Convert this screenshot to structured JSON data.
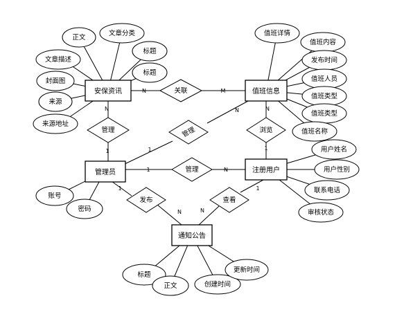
{
  "entities": {
    "security_news": "安保资讯",
    "duty_info": "值班信息",
    "admin": "管理员",
    "user": "注册用户",
    "notice": "通知公告"
  },
  "relationships": {
    "link": "关联",
    "manage_news": "管理",
    "manage_duty": "管理",
    "manage_user": "管理",
    "browse": "浏览",
    "publish": "发布",
    "view": "查看"
  },
  "attributes": {
    "news_body": "正文",
    "news_category": "文章分类",
    "news_desc": "文章描述",
    "news_title1": "标题",
    "news_cover": "封面图",
    "news_title2": "标题",
    "news_source": "来源",
    "news_source_addr": "来源地址",
    "duty_detail": "值班详情",
    "duty_content": "值班内容",
    "duty_time": "发布时间",
    "duty_person": "值班人员",
    "duty_type1": "值班类型",
    "duty_type2": "值班类型",
    "duty_name": "值班名称",
    "admin_account": "账号",
    "admin_password": "密码",
    "user_name": "用户姓名",
    "user_gender": "用户性别",
    "user_phone": "联系电话",
    "user_status": "审核状态",
    "notice_title": "标题",
    "notice_body": "正文",
    "notice_created": "创建时间",
    "notice_updated": "更新时间"
  },
  "cardinalities": {
    "news_link": "N",
    "duty_link": "M",
    "news_manage": "N",
    "admin_manage_news": "1",
    "admin_manage_duty": "1",
    "duty_manage": "N",
    "duty_browse": "N",
    "user_browse": "1",
    "admin_manage_user": "1",
    "user_manage": "N",
    "admin_publish": "1",
    "notice_publish": "N",
    "notice_view": "N",
    "user_view": "1"
  }
}
